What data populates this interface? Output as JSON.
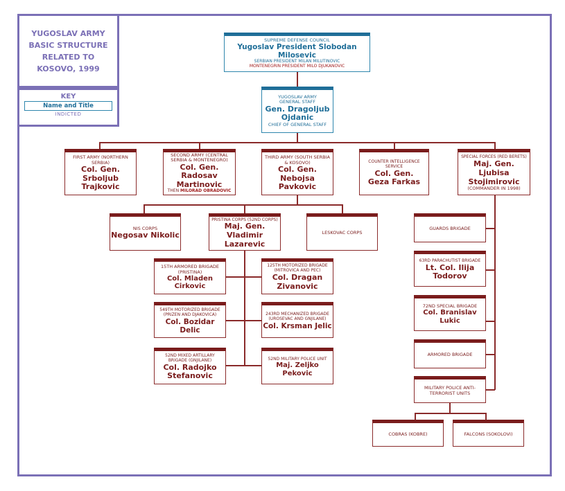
{
  "title": {
    "lines": [
      "YUGOSLAV ARMY",
      "BASIC STRUCTURE",
      "RELATED TO",
      "KOSOVO, 1999"
    ]
  },
  "key": {
    "heading": "KEY",
    "name_title": "Name and Title",
    "indicted": "INDICTED"
  },
  "supreme": {
    "unit": "SUPREME DEFENSE COUNCIL",
    "name": "Yugoslav President Slobodan Milosevic",
    "line2": "SERBIAN PRESIDENT MILAN MILUTINOVIC",
    "line3": "MONTENEGRIN PRESIDENT MILO DJUKANOVIC"
  },
  "staff": {
    "unit1": "YUGOSLAV ARMY",
    "unit2": "GENERAL STAFF",
    "name1": "Gen. Dragoljub",
    "name2": "Ojdanic",
    "title": "CHIEF OF GENERAL STAFF"
  },
  "armies": [
    {
      "unit": "FIRST ARMY (NORTHERN SERBIA)",
      "name": "Col. Gen. Srboljub Trajkovic"
    },
    {
      "unit": "SECOND ARMY (CENTRAL SERBIA & MONTENEGRO)",
      "name": "Col. Gen. Radosav Martinovic",
      "then": "THEN",
      "then_name": "MILORAD OBRADOVIC"
    },
    {
      "unit": "THIRD ARMY (SOUTH SERBIA & KOSOVO)",
      "name": "Col. Gen. Nebojsa Pavkovic"
    },
    {
      "unit": "COUNTER INTELLIGENCE SERVICE",
      "name": "Col. Gen. Geza Farkas"
    },
    {
      "unit": "SPECIAL FORCES (RED BERETS)",
      "name": "Maj. Gen. Ljubisa Stojimirovic",
      "note": "(COMMANDER IN 1998)"
    }
  ],
  "corps": [
    {
      "unit": "NIS CORPS",
      "name": "Negosav Nikolic"
    },
    {
      "unit": "PRISTINA CORPS (52ND CORPS)",
      "name": "Maj. Gen. Vladimir Lazarevic"
    },
    {
      "unit": "LESKOVAC CORPS"
    }
  ],
  "brigades": [
    {
      "unit": "15TH ARMORED BRIGADE (PRISTINA)",
      "name": "Col. Mladen Cirkovic"
    },
    {
      "unit": "125TH MOTORIZED BRIGADE (MITROVICA AND PEC)",
      "name": "Col. Dragan Zivanovic"
    },
    {
      "unit": "549TH MOTORIZED BRIGADE (PRIZEN AND DJAKOVICA)",
      "name": "Col. Bozidar Delic"
    },
    {
      "unit": "243RD MECHANIZED BRIGADE (UROSEVAC AND GNJILANE)",
      "name": "Col. Krsman Jelic"
    },
    {
      "unit": "52ND MIXED ARTILLARY BRIGADE (GNJILANE)",
      "name": "Col. Radojko Stefanovic"
    },
    {
      "unit": "52ND MILITARY POLICE UNIT",
      "name": "Maj. Zeljko Pekovic"
    }
  ],
  "special_units": [
    {
      "unit": "GUARDS BRIGADE"
    },
    {
      "unit": "63RD PARACHUTIST BRIGADE",
      "name": "Lt. Col. Ilija Todorov"
    },
    {
      "unit": "72ND SPECIAL BRIGADE",
      "name": "Col. Branislav Lukic"
    },
    {
      "unit": "ARMORED BRIGADE"
    },
    {
      "unit": "MILITARY POLICE ANTI-TERRORIST UNITS"
    }
  ],
  "mp_units": [
    {
      "unit": "COBRAS (KOBRE)"
    },
    {
      "unit": "FALCONS (SOKOLOVI)"
    }
  ]
}
